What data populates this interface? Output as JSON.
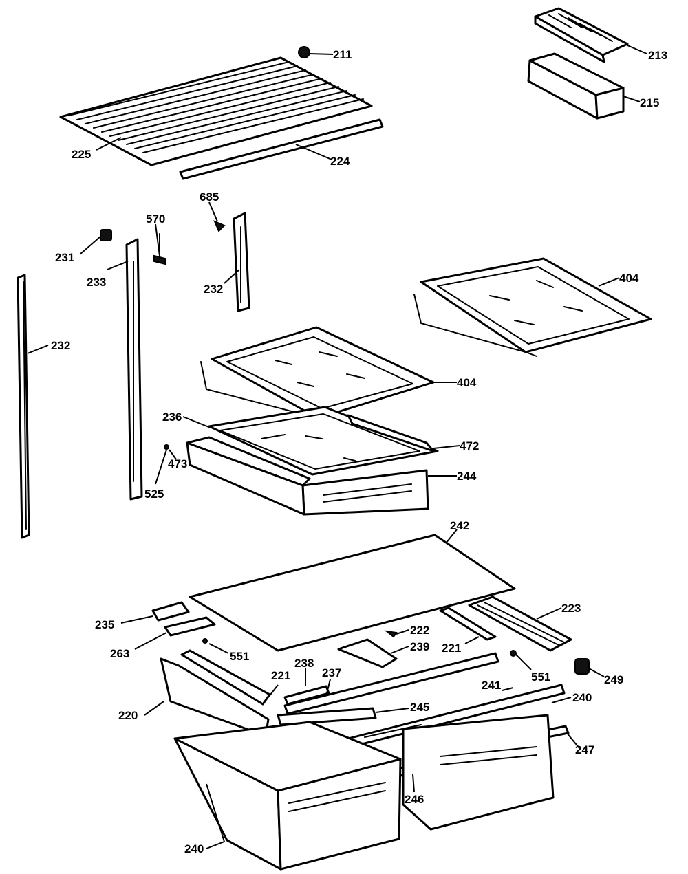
{
  "diagram": {
    "labels": {
      "l211": "211",
      "l213": "213",
      "l215": "215",
      "l225": "225",
      "l224": "224",
      "l685": "685",
      "l570": "570",
      "l231": "231",
      "l233": "233",
      "l232a": "232",
      "l232b": "232",
      "l404a": "404",
      "l404b": "404",
      "l236": "236",
      "l472": "472",
      "l473": "473",
      "l244": "244",
      "l525": "525",
      "l242": "242",
      "l223": "223",
      "l235": "235",
      "l222": "222",
      "l263": "263",
      "l239": "239",
      "l221a": "221",
      "l551a": "551",
      "l238": "238",
      "l237": "237",
      "l221b": "221",
      "l551b": "551",
      "l249": "249",
      "l241": "241",
      "l240a": "240",
      "l220": "220",
      "l245": "245",
      "l247": "247",
      "l246": "246",
      "l240b": "240"
    }
  }
}
